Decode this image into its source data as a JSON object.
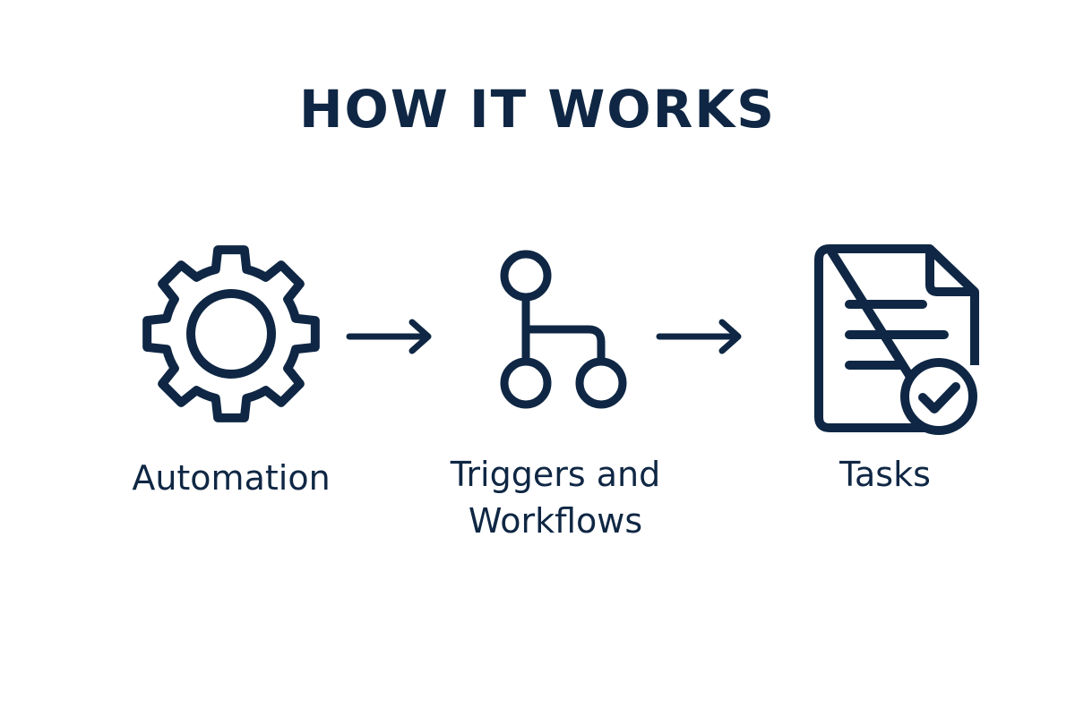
{
  "title": "HOW IT WORKS",
  "steps": [
    {
      "label": "Automation",
      "icon": "gear-icon"
    },
    {
      "label_line1": "Triggers and",
      "label_line2": "Workflows",
      "icon": "workflow-branch-icon"
    },
    {
      "label": "Tasks",
      "icon": "document-check-icon"
    }
  ],
  "colors": {
    "primary": "#0f2744",
    "background": "#ffffff"
  }
}
